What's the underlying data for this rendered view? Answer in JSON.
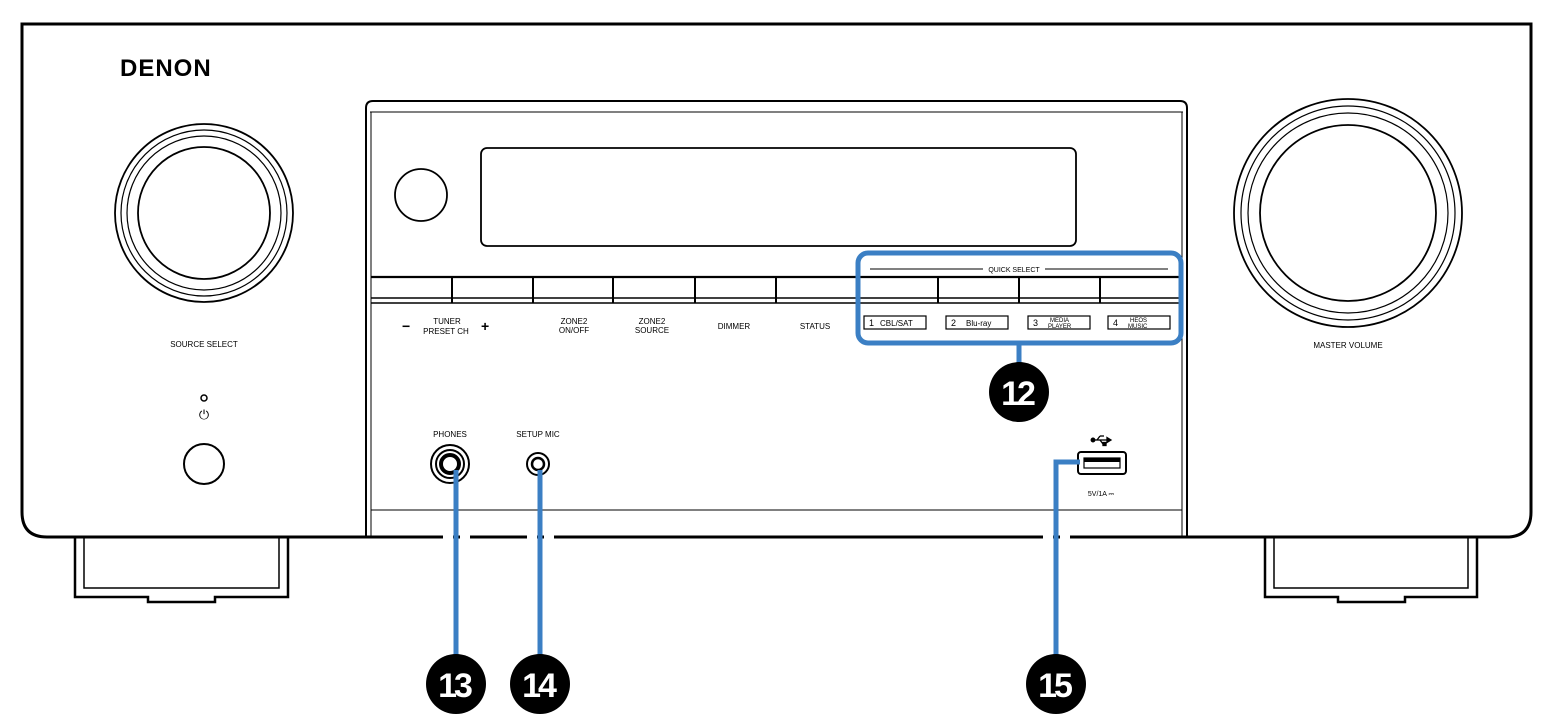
{
  "brand": "DENON",
  "labels": {
    "source_select": "SOURCE SELECT",
    "master_volume": "MASTER VOLUME",
    "tuner_minus": "−",
    "tuner_line1": "TUNER",
    "tuner_line2": "PRESET  CH",
    "tuner_plus": "+",
    "zone2_onoff_line1": "ZONE2",
    "zone2_onoff_line2": "ON/OFF",
    "zone2_source_line1": "ZONE2",
    "zone2_source_line2": "SOURCE",
    "dimmer": "DIMMER",
    "status": "STATUS",
    "quick_select": "QUICK SELECT",
    "phones": "PHONES",
    "setup_mic": "SETUP MIC",
    "usb_rating": "5V/1A ⎓",
    "power_symbol": "⏻"
  },
  "quick_select": [
    {
      "num": "1",
      "line1": "CBL/SAT",
      "line2": ""
    },
    {
      "num": "2",
      "line1": "Blu-ray",
      "line2": ""
    },
    {
      "num": "3",
      "line1": "MEDIA",
      "line2": "PLAYER"
    },
    {
      "num": "4",
      "line1": "HEOS",
      "line2": "MUSIC"
    }
  ],
  "callouts": [
    {
      "id": "12",
      "label": "12",
      "target": "quick-select"
    },
    {
      "id": "13",
      "label": "13",
      "target": "phones"
    },
    {
      "id": "14",
      "label": "14",
      "target": "setup-mic"
    },
    {
      "id": "15",
      "label": "15",
      "target": "usb-port"
    }
  ],
  "colors": {
    "callout_line": "#3b7fc4",
    "callout_circle": "#000000",
    "outline": "#000000"
  }
}
